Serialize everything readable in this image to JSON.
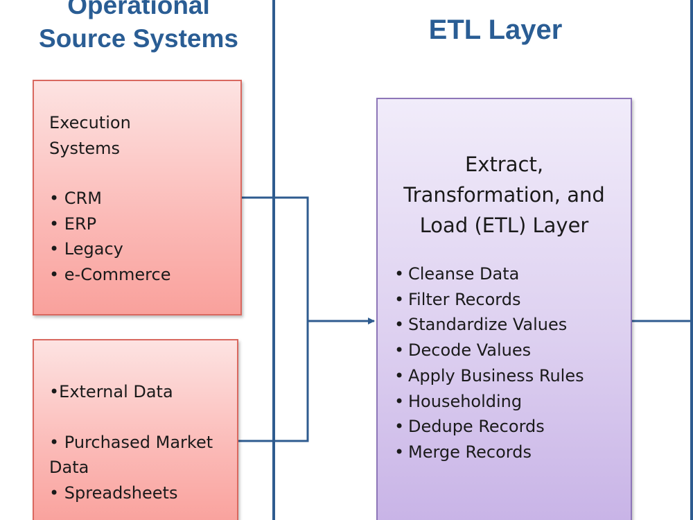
{
  "columns": {
    "sources_title_line1": "Operational",
    "sources_title_line2": "Source Systems",
    "etl_title": "ETL Layer"
  },
  "execution_box": {
    "heading_line1": "Execution",
    "heading_line2": "Systems",
    "items": [
      "• CRM",
      "• ERP",
      "• Legacy",
      "• e-Commerce"
    ]
  },
  "external_box": {
    "lines": [
      "•External Data",
      "• Purchased Market",
      "Data",
      "• Spreadsheets"
    ]
  },
  "etl_box": {
    "title_line1": "Extract,",
    "title_line2": "Transformation, and",
    "title_line3": "Load (ETL) Layer",
    "steps": [
      "Cleanse Data",
      "Filter Records",
      "Standardize Values",
      "Decode Values",
      "Apply Business Rules",
      "Householding",
      "Dedupe Records",
      "Merge Records"
    ]
  },
  "colors": {
    "title_blue": "#2a5d94",
    "divider": "#2e5b8f",
    "connector": "#2e5b8f",
    "source_fill": "#fbb9b6",
    "source_border": "#d9685f",
    "etl_fill": "#ddd0f0",
    "etl_border": "#8d76b8"
  }
}
